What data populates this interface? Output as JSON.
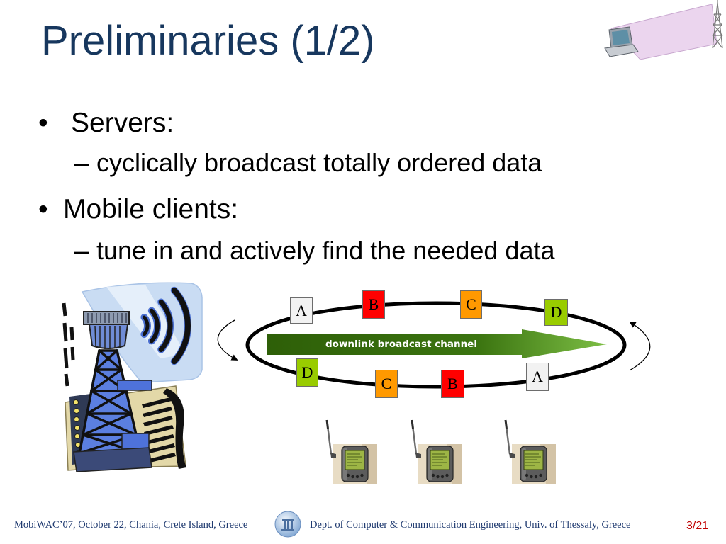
{
  "slide": {
    "title": "Preliminaries (1/2)",
    "bullets": [
      {
        "marker": "•",
        "text": "Servers:",
        "subitems": [
          {
            "marker": "–",
            "text": "cyclically broadcast totally ordered data"
          }
        ]
      },
      {
        "marker": "•",
        "text": "Mobile clients:",
        "subitems": [
          {
            "marker": "–",
            "text": "tune in and actively find the needed data"
          }
        ]
      }
    ]
  },
  "diagram": {
    "channel_label": "downlink broadcast channel",
    "packets_top": [
      {
        "label": "A",
        "color": "#F2F2F2"
      },
      {
        "label": "B",
        "color": "#FF0000"
      },
      {
        "label": "C",
        "color": "#FF9900"
      },
      {
        "label": "D",
        "color": "#99CC00"
      }
    ],
    "packets_bottom": [
      {
        "label": "D",
        "color": "#99CC00"
      },
      {
        "label": "C",
        "color": "#FF9900"
      },
      {
        "label": "B",
        "color": "#FF0000"
      },
      {
        "label": "A",
        "color": "#F2F2F2"
      }
    ],
    "clients": [
      {
        "icon": "pda-icon"
      },
      {
        "icon": "pda-icon"
      },
      {
        "icon": "pda-icon"
      }
    ]
  },
  "illustrations": {
    "header_icon": "laptop-wireless-tower-icon",
    "server_icon": "broadcast-tower-icon"
  },
  "footer": {
    "conference": "MobiWAC’07, October 22, Chania, Crete Island, Greece",
    "logo_icon": "university-logo-icon",
    "department": "Dept. of Computer & Communication Engineering, Univ. of Thessaly, Greece",
    "page_number": "3/21"
  },
  "theme": {
    "title_color": "#17375E",
    "footer_text_color": "#1F3A70",
    "page_number_color": "#C00000",
    "channel_color": "#3B7410"
  }
}
